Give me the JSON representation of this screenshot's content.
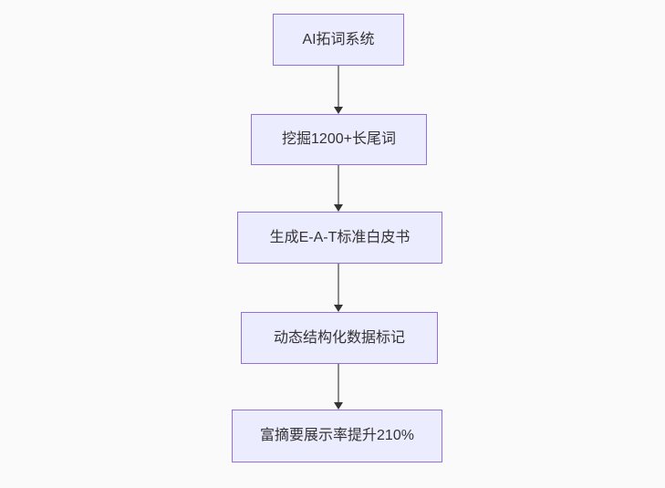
{
  "diagram": {
    "type": "flowchart",
    "direction": "top-down",
    "background_color": "#fafafa",
    "colors": {
      "node_fill": "#ececff",
      "node_border": "#9370db",
      "node_text": "#333333",
      "edge_line": "#8c8c8c",
      "arrowhead": "#333333"
    },
    "nodes": [
      {
        "id": "node-1",
        "label": "AI拓词系统"
      },
      {
        "id": "node-2",
        "label": "挖掘1200+长尾词"
      },
      {
        "id": "node-3",
        "label": "生成E-A-T标准白皮书"
      },
      {
        "id": "node-4",
        "label": "动态结构化数据标记"
      },
      {
        "id": "node-5",
        "label": "富摘要展示率提升210%"
      }
    ],
    "edges": [
      {
        "from": "node-1",
        "to": "node-2"
      },
      {
        "from": "node-2",
        "to": "node-3"
      },
      {
        "from": "node-3",
        "to": "node-4"
      },
      {
        "from": "node-4",
        "to": "node-5"
      }
    ]
  }
}
